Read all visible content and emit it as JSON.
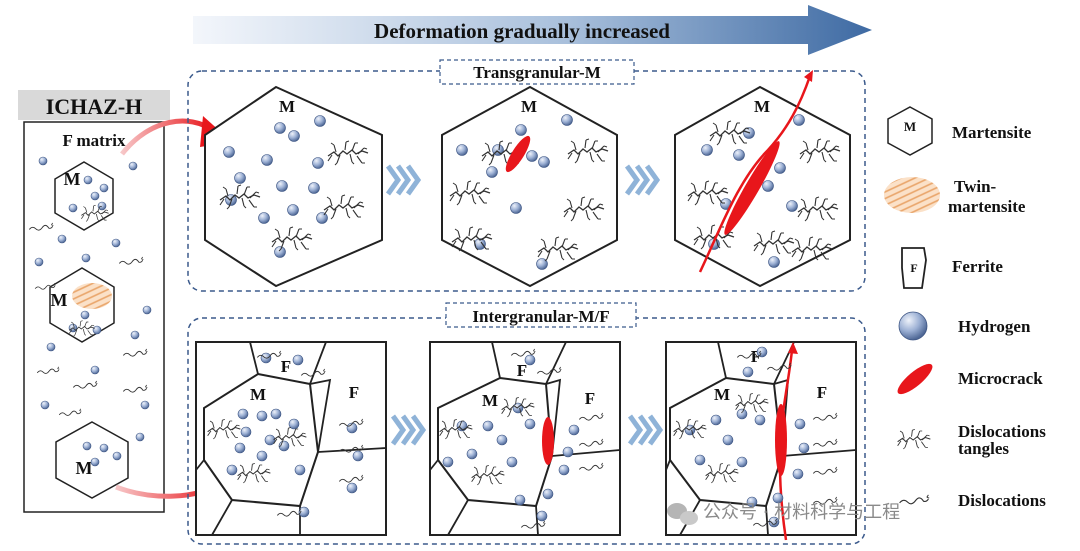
{
  "header": {
    "title": "Deformation gradually increased"
  },
  "left_panel": {
    "title": "ICHAZ-H",
    "matrix_label": "F matrix",
    "grain_labels": [
      "M",
      "M",
      "M"
    ]
  },
  "top_row": {
    "title": "Transgranular-M",
    "grain_labels": [
      "M",
      "M",
      "M"
    ]
  },
  "bottom_row": {
    "title": "Intergranular-M/F",
    "martensite_labels": [
      "M",
      "M",
      "M"
    ],
    "ferrite_labels": [
      "F",
      "F",
      "F",
      "F",
      "F",
      "F"
    ]
  },
  "legend": {
    "items": [
      {
        "icon": "martensite-icon",
        "icon_text": "M",
        "label": "Martensite"
      },
      {
        "icon": "twin-martensite-icon",
        "label_line1": "Twin-",
        "label_line2": "martensite"
      },
      {
        "icon": "ferrite-icon",
        "icon_text": "F",
        "label": "Ferrite"
      },
      {
        "icon": "hydrogen-icon",
        "label": "Hydrogen"
      },
      {
        "icon": "microcrack-icon",
        "label": "Microcrack"
      },
      {
        "icon": "dislocation-tangle-icon",
        "label_line1": "Dislocations",
        "label_line2": "tangles"
      },
      {
        "icon": "dislocation-icon",
        "label": "Dislocations"
      }
    ]
  },
  "watermark": {
    "text": "公众号 · 材料科学与工程"
  },
  "colors": {
    "dashed_border": "#3b5a8c",
    "arrow_red": "#e8161b",
    "chevron": "#8fb3d8",
    "hydrogen": "#8ea3c9",
    "header_arrow": "#3e6aa3"
  }
}
